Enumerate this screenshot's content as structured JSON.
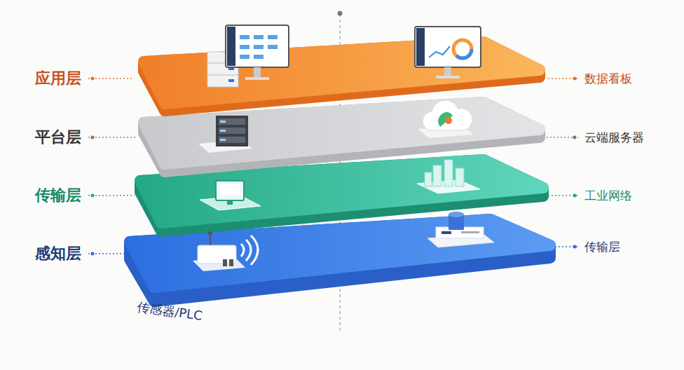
{
  "diagram": {
    "labels": [
      "应用层",
      "数据看板",
      "平台层",
      "云端服务器",
      "传输层",
      "工业网络",
      "感知层",
      "传输层",
      "传感器/PLC"
    ]
  }
}
